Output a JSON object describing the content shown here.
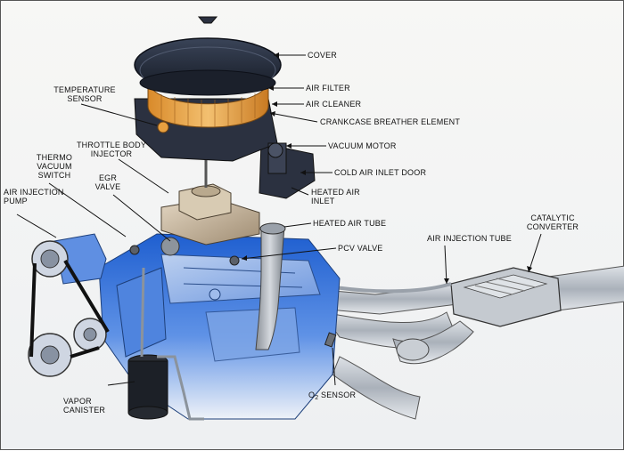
{
  "labels": {
    "cover": "COVER",
    "air_filter": "AIR FILTER",
    "air_cleaner": "AIR CLEANER",
    "crankcase_breather": "CRANKCASE BREATHER ELEMENT",
    "vacuum_motor": "VACUUM MOTOR",
    "cold_air_inlet_door": "COLD AIR INLET DOOR",
    "heated_air_inlet_1": "HEATED AIR",
    "heated_air_inlet_2": "INLET",
    "heated_air_tube": "HEATED AIR TUBE",
    "pcv_valve": "PCV VALVE",
    "temperature_sensor_1": "TEMPERATURE",
    "temperature_sensor_2": "SENSOR",
    "throttle_body_1": "THROTTLE BODY",
    "throttle_body_2": "INJECTOR",
    "thermo_vacuum_1": "THERMO",
    "thermo_vacuum_2": "VACUUM",
    "thermo_vacuum_3": "SWITCH",
    "egr_valve_1": "EGR",
    "egr_valve_2": "VALVE",
    "air_injection_pump_1": "AIR INJECTION",
    "air_injection_pump_2": "PUMP",
    "air_injection_tube": "AIR INJECTION TUBE",
    "catalytic_converter_1": "CATALYTIC",
    "catalytic_converter_2": "CONVERTER",
    "vapor_canister_1": "VAPOR",
    "vapor_canister_2": "CANISTER",
    "o2_sensor_prefix": "O",
    "o2_sensor_sub": "2",
    "o2_sensor_suffix": " SENSOR"
  },
  "colors": {
    "engine_blue": "#2f6fd6",
    "filter_orange": "#e8a040",
    "housing_dark": "#2b3140",
    "exhaust_gray": "#b8bec6",
    "leader": "#111111"
  }
}
